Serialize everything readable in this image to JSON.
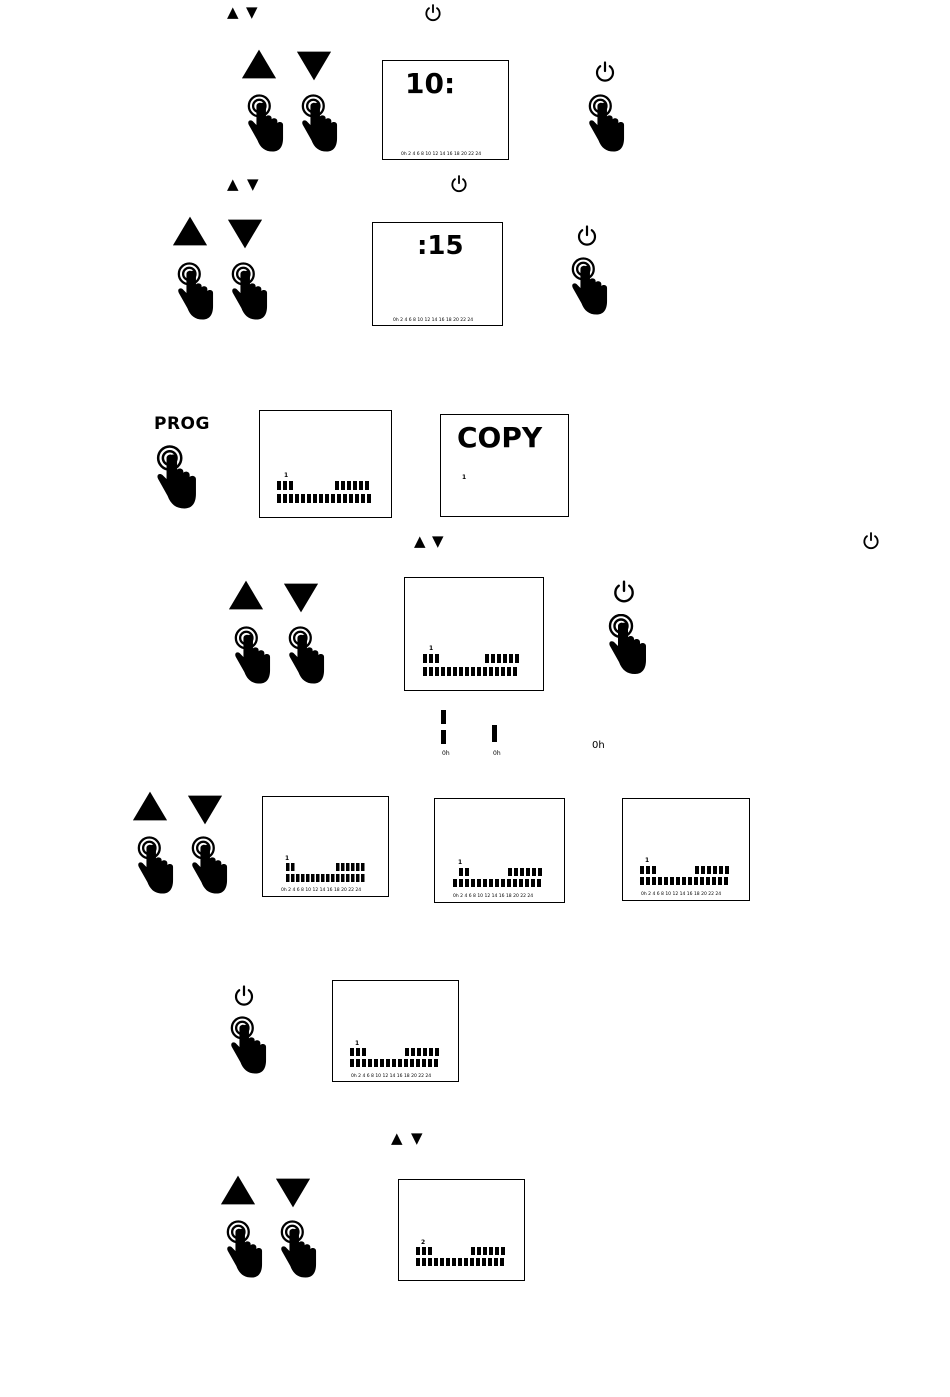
{
  "glyphs": {
    "up_triangle": "▲",
    "down_triangle": "▼"
  },
  "icons": {
    "power": "power-icon",
    "pointing_hand": "pointing-hand-icon",
    "up_arrow": "up-arrow-icon",
    "down_arrow": "down-arrow-icon"
  },
  "labels": {
    "prog": "PROG",
    "zero_hour": "0h"
  },
  "displays": {
    "hour_set": {
      "big_text": "10:",
      "ticks": "0h  2   4   6   8  10 12 14 16 18 20 22 24"
    },
    "minute_set": {
      "big_text": ":15",
      "ticks": "0h  2   4   6   8  10 12 14 16 18 20 22 24"
    },
    "prog_day": {
      "day": "1"
    },
    "copy_screen": {
      "big_text": "COPY",
      "day": "1"
    },
    "program_edit": {
      "day": "1"
    },
    "variant_a": {
      "day": "1",
      "ticks": "0h  2   4   6   8  10 12 14 16 18 20 22 24"
    },
    "variant_b": {
      "day": "1",
      "ticks": "0h  2   4   6   8  10 12 14 16 18 20 22 24"
    },
    "variant_c": {
      "day": "1",
      "ticks": "0h  2   4   6   8  10 12 14 16 18 20 22 24"
    },
    "confirm": {
      "day": "1",
      "ticks": "0h  2   4   6   8  10 12 14 16 18 20 22 24"
    },
    "next_day": {
      "day": "2"
    }
  },
  "segment_legend": {
    "left_label": "0h",
    "right_label": "0h",
    "standalone_label": "0h"
  }
}
